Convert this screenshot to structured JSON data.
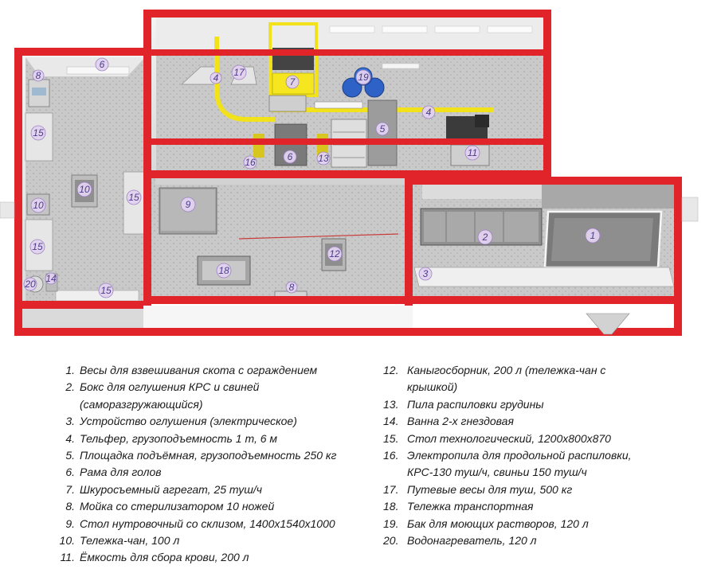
{
  "callouts": [
    {
      "id": "c1",
      "label": "1"
    },
    {
      "id": "c2",
      "label": "2"
    },
    {
      "id": "c3",
      "label": "3"
    },
    {
      "id": "c4a",
      "label": "4"
    },
    {
      "id": "c4b",
      "label": "4"
    },
    {
      "id": "c5",
      "label": "5"
    },
    {
      "id": "c6",
      "label": "6"
    },
    {
      "id": "c6b",
      "label": "6"
    },
    {
      "id": "c7",
      "label": "7"
    },
    {
      "id": "c8a",
      "label": "8"
    },
    {
      "id": "c8b",
      "label": "8"
    },
    {
      "id": "c9",
      "label": "9"
    },
    {
      "id": "c10a",
      "label": "10"
    },
    {
      "id": "c10b",
      "label": "10"
    },
    {
      "id": "c11",
      "label": "11"
    },
    {
      "id": "c12",
      "label": "12"
    },
    {
      "id": "c13",
      "label": "13"
    },
    {
      "id": "c14",
      "label": "14"
    },
    {
      "id": "c15a",
      "label": "15"
    },
    {
      "id": "c15b",
      "label": "15"
    },
    {
      "id": "c15c",
      "label": "15"
    },
    {
      "id": "c15d",
      "label": "15"
    },
    {
      "id": "c16",
      "label": "16"
    },
    {
      "id": "c17",
      "label": "17"
    },
    {
      "id": "c18",
      "label": "18"
    },
    {
      "id": "c19",
      "label": "19"
    },
    {
      "id": "c20",
      "label": "20"
    }
  ],
  "legend": {
    "left": [
      {
        "num": "1.",
        "text": "Весы для взвешивания скота с ограждением"
      },
      {
        "num": "2.",
        "text": "Бокс для оглушения КРС и свиней\n(саморазгружающийся)"
      },
      {
        "num": "3.",
        "text": "Устройство оглушения (электрическое)"
      },
      {
        "num": "4.",
        "text": "Тельфер, грузоподъемность 1 т, 6 м"
      },
      {
        "num": "5.",
        "text": "Площадка подъёмная, грузоподъемность 250 кг"
      },
      {
        "num": "6.",
        "text": "Рама для голов"
      },
      {
        "num": "7.",
        "text": "Шкуросъемный агрегат, 25 туш/ч"
      },
      {
        "num": "8.",
        "text": "Мойка со стерилизатором 10 ножей"
      },
      {
        "num": "9.",
        "text": "Стол нутровочный со склизом, 1400х1540х1000"
      },
      {
        "num": "10.",
        "text": "Тележка-чан, 100 л"
      },
      {
        "num": "11.",
        "text": "Ёмкость для сбора крови, 200 л"
      }
    ],
    "right": [
      {
        "num": "12.",
        "text": "Каныгосборник, 200 л (тележка-чан с\nкрышкой)"
      },
      {
        "num": "13.",
        "text": "Пила распиловки грудины"
      },
      {
        "num": "14.",
        "text": "Ванна 2-х гнездовая"
      },
      {
        "num": "15.",
        "text": "Стол технологический, 1200х800х870"
      },
      {
        "num": "16.",
        "text": "Электропила для продольной распиловки,\nКРС-130 туш/ч, свиньи 150 туш/ч"
      },
      {
        "num": "17.",
        "text": "Путевые весы для туш, 500 кг"
      },
      {
        "num": "18.",
        "text": "Тележка транспортная"
      },
      {
        "num": "19.",
        "text": "Бак для моющих растворов, 120 л"
      },
      {
        "num": "20.",
        "text": "Водонагреватель, 120 л"
      }
    ]
  }
}
